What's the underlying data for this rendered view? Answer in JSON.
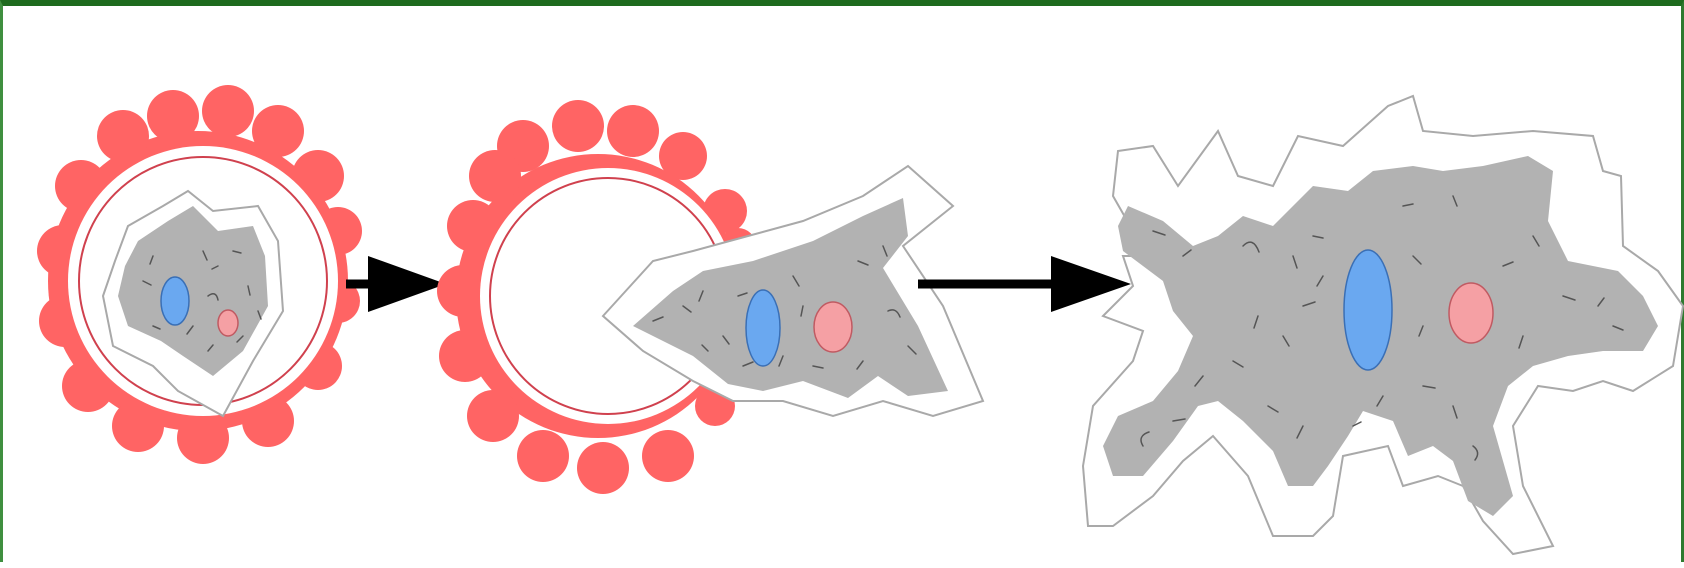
{
  "diagram": {
    "stages": [
      "cyst",
      "excysting-trophozoite",
      "trophozoite"
    ],
    "arrows": 2,
    "colors": {
      "frame_border": "#1e6b1e",
      "cyst_wall": "#ff6464",
      "cytoplasm": "#b2b2b2",
      "nucleus": "#6aa8f0",
      "vacuole": "#f5a0a4",
      "arrow": "#000000"
    }
  }
}
